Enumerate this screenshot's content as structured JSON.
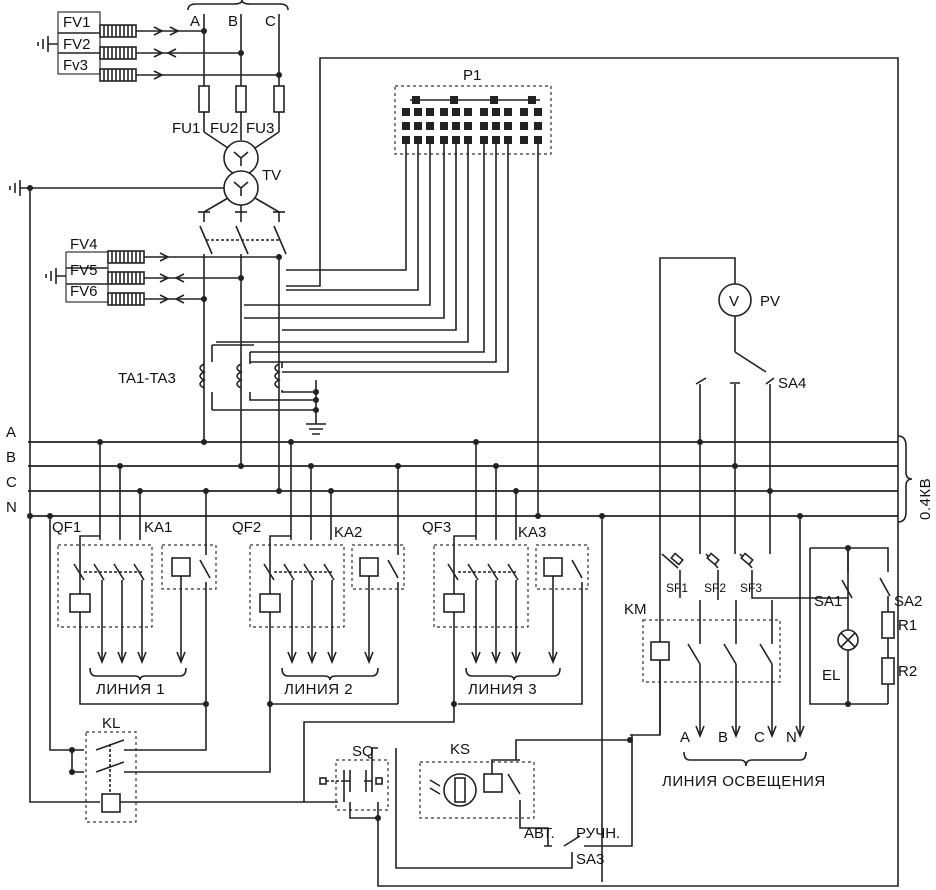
{
  "labels": {
    "phase_a_top": "A",
    "phase_b_top": "B",
    "phase_c_top": "C",
    "fv1": "FV1",
    "fv2": "FV2",
    "fv3": "Fv3",
    "fu1": "FU1",
    "fu2": "FU2",
    "fu3": "FU3",
    "tv": "TV",
    "p1": "P1",
    "fv4": "FV4",
    "fv5": "FV5",
    "fv6": "FV6",
    "ta": "TA1-TA3",
    "pv": "PV",
    "volt": "V",
    "sa4": "SA4",
    "bus_a": "A",
    "bus_b": "B",
    "bus_c": "C",
    "bus_n": "N",
    "voltage": "0.4КВ",
    "qf1": "QF1",
    "ka1": "KA1",
    "qf2": "QF2",
    "ka2": "KA2",
    "qf3": "QF3",
    "ka3": "KA3",
    "line1": "ЛИНИЯ 1",
    "line2": "ЛИНИЯ 2",
    "line3": "ЛИНИЯ 3",
    "sf1": "SF1",
    "sf2": "SF2",
    "sf3": "SF3",
    "km": "KM",
    "sa1": "SA1",
    "sa2": "SA2",
    "r1": "R1",
    "r2": "R2",
    "el": "EL",
    "out_a": "A",
    "out_b": "B",
    "out_c": "C",
    "out_n": "N",
    "lighting_line": "ЛИНИЯ ОСВЕЩЕНИЯ",
    "kl": "KL",
    "sq": "SQ",
    "ks": "KS",
    "avt": "АВТ.",
    "ruchn": "РУЧН.",
    "sa3": "SA3"
  }
}
